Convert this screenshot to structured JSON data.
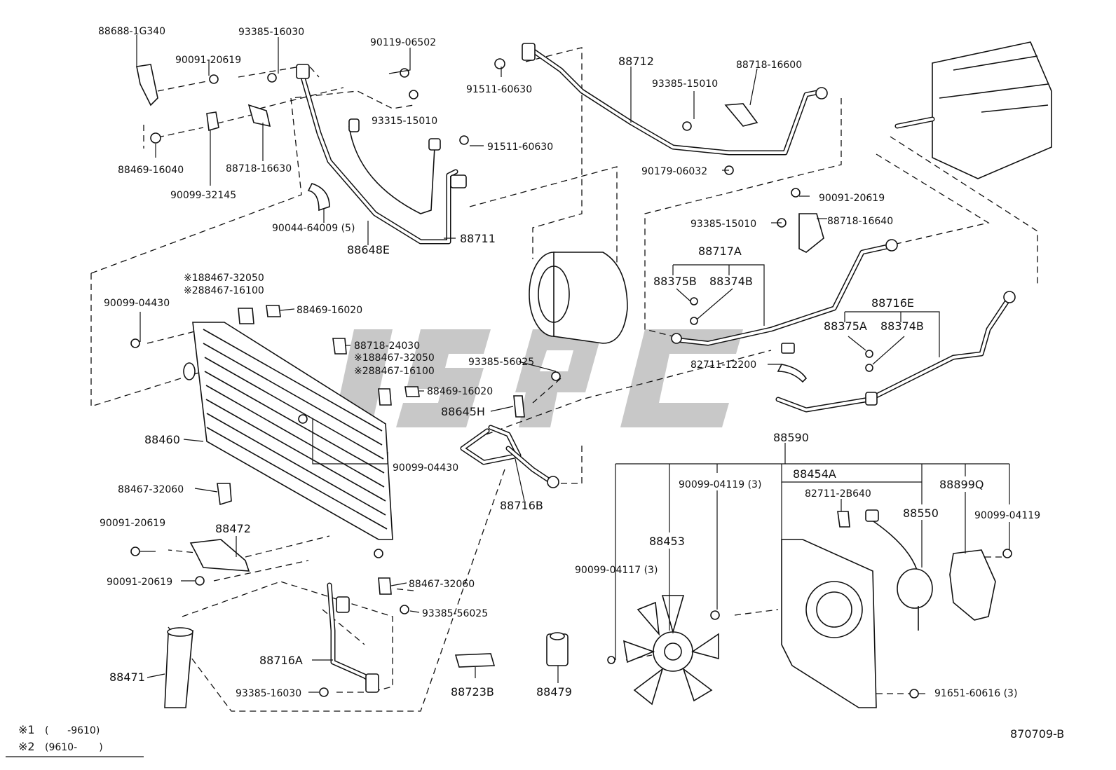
{
  "diagram_code": "870709-B",
  "footnotes": [
    {
      "mark": "※1",
      "text": "(      -9610)"
    },
    {
      "mark": "※2",
      "text": "(9610-       )"
    }
  ],
  "labels": {
    "p88688_1G340": "88688-1G340",
    "p93385_16030_top": "93385-16030",
    "p90091_20619_tl": "90091-20619",
    "p90119_06502": "90119-06502",
    "p93315_15010": "93315-15010",
    "p91511_60630_a": "91511-60630",
    "p91511_60630_b": "91511-60630",
    "p88469_16040": "88469-16040",
    "p88718_16630": "88718-16630",
    "p90099_32145": "90099-32145",
    "p90044_64009": "90044-64009 (5)",
    "p88648E": "88648E",
    "p88711": "88711",
    "p88712": "88712",
    "p93385_15010_a": "93385-15010",
    "p88718_16600": "88718-16600",
    "p90179_06032": "90179-06032",
    "p90091_20619_r": "90091-20619",
    "p93385_15010_b": "93385-15010",
    "p88718_16640": "88718-16640",
    "p88717A": "88717A",
    "p88375B": "88375B",
    "p88374B_a": "88374B",
    "p88716E": "88716E",
    "p88375A": "88375A",
    "p88374B_b": "88374B",
    "p82711_12200": "82711-12200",
    "p88467_32050_1": "※188467-32050",
    "p88467_16100_2": "※288467-16100",
    "p90099_04430_a": "90099-04430",
    "p88469_16020_a": "88469-16020",
    "p88718_24030": "88718-24030",
    "p88467_32050_1b": "※188467-32050",
    "p88467_16100_2b": "※288467-16100",
    "p88469_16020_b": "88469-16020",
    "p93385_56025_a": "93385-56025",
    "p88645H": "88645H",
    "p88460": "88460",
    "p90099_04430_b": "90099-04430",
    "p88467_32060_a": "88467-32060",
    "p88716B": "88716B",
    "p90091_20619_l1": "90091-20619",
    "p88472": "88472",
    "p90091_20619_l2": "90091-20619",
    "p88467_32060_b": "88467-32060",
    "p93385_56025_b": "93385-56025",
    "p88716A": "88716A",
    "p88471": "88471",
    "p93385_16030_bot": "93385-16030",
    "p88723B": "88723B",
    "p88479": "88479",
    "p88590": "88590",
    "p90099_04119_3": "90099-04119 (3)",
    "p88454A": "88454A",
    "p82711_2B640": "82711-2B640",
    "p88899Q": "88899Q",
    "p88550": "88550",
    "p90099_04119": "90099-04119",
    "p88453": "88453",
    "p90099_04117": "90099-04117 (3)",
    "p91651_60616": "91651-60616 (3)"
  }
}
